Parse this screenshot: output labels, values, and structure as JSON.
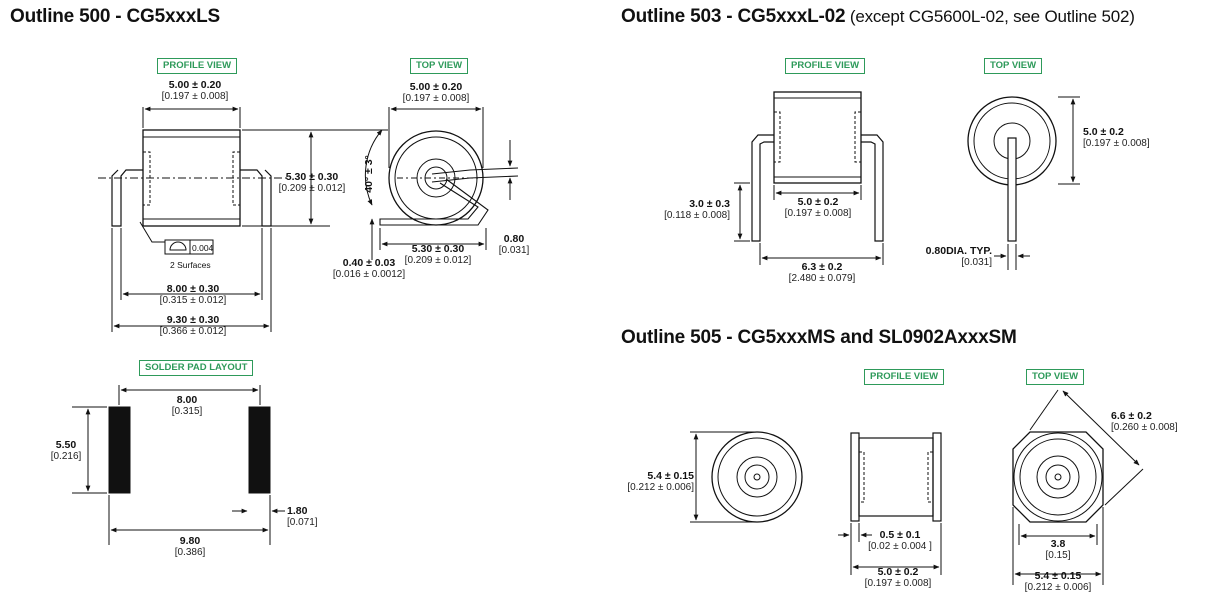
{
  "outline500": {
    "title": "Outline 500 - CG5xxxLS",
    "profile_tag": "PROFILE VIEW",
    "top_tag": "TOP VIEW",
    "dim_width": {
      "main": "5.00 ± 0.20",
      "alt": "[0.197 ± 0.008]"
    },
    "dim_height": {
      "main": "5.30 ± 0.30",
      "alt": "[0.209 ± 0.012]"
    },
    "flatness_value": "0.004",
    "flatness_note": "2 Surfaces",
    "dim_8": {
      "main": "8.00 ± 0.30",
      "alt": "[0.315 ± 0.012]"
    },
    "dim_93": {
      "main": "9.30 ± 0.30",
      "alt": "[0.366 ± 0.012]"
    },
    "top_width": {
      "main": "5.00 ± 0.20",
      "alt": "[0.197 ± 0.008]"
    },
    "angle": "40° ± 3°",
    "top_lead": {
      "main": "5.30 ± 0.30",
      "alt": "[0.209 ± 0.012]"
    },
    "top_thick": {
      "main": "0.40 ± 0.03",
      "alt": "[0.016 ± 0.0012]"
    },
    "top_wire": {
      "main": "0.80",
      "alt": "[0.031]"
    }
  },
  "solder": {
    "tag": "SOLDER PAD LAYOUT",
    "pitch": {
      "main": "8.00",
      "alt": "[0.315]"
    },
    "height": {
      "main": "5.50",
      "alt": "[0.216]"
    },
    "width": {
      "main": "1.80",
      "alt": "[0.071]"
    },
    "total": {
      "main": "9.80",
      "alt": "[0.386]"
    }
  },
  "outline503": {
    "title": "Outline 503 - CG5xxxL-02",
    "subtitle": " (except CG5600L-02, see Outline 502)",
    "profile_tag": "PROFILE VIEW",
    "top_tag": "TOP VIEW",
    "dim_body": {
      "main": "5.0 ± 0.2",
      "alt": "[0.197 ± 0.008]"
    },
    "dim_lead": {
      "main": "3.0 ± 0.3",
      "alt": "[0.118 ± 0.008]"
    },
    "dim_span": {
      "main": "6.3 ± 0.2",
      "alt": "[2.480 ± 0.079]"
    },
    "dim_diam": {
      "main": "5.0 ± 0.2",
      "alt": "[0.197 ± 0.008]"
    },
    "dim_wire": {
      "main": "0.80DIA. TYP.",
      "alt": "[0.031]"
    }
  },
  "outline505": {
    "title": "Outline 505 - CG5xxxMS and SL0902AxxxSM",
    "profile_tag": "PROFILE VIEW",
    "top_tag": "TOP VIEW",
    "dim_diam": {
      "main": "5.4 ± 0.15",
      "alt": "[0.212 ± 0.006]"
    },
    "dim_cap": {
      "main": "0.5 ± 0.1",
      "alt": "[0.02 ± 0.004 ]"
    },
    "dim_len": {
      "main": "5.0 ± 0.2",
      "alt": "[0.197 ± 0.008]"
    },
    "dim_diag": {
      "main": "6.6 ± 0.2",
      "alt": "[0.260 ± 0.008]"
    },
    "dim_inner": {
      "main": "3.8",
      "alt": "[0.15]"
    },
    "dim_flat": {
      "main": "5.4 ± 0.15",
      "alt": "[0.212 ± 0.006]"
    }
  }
}
